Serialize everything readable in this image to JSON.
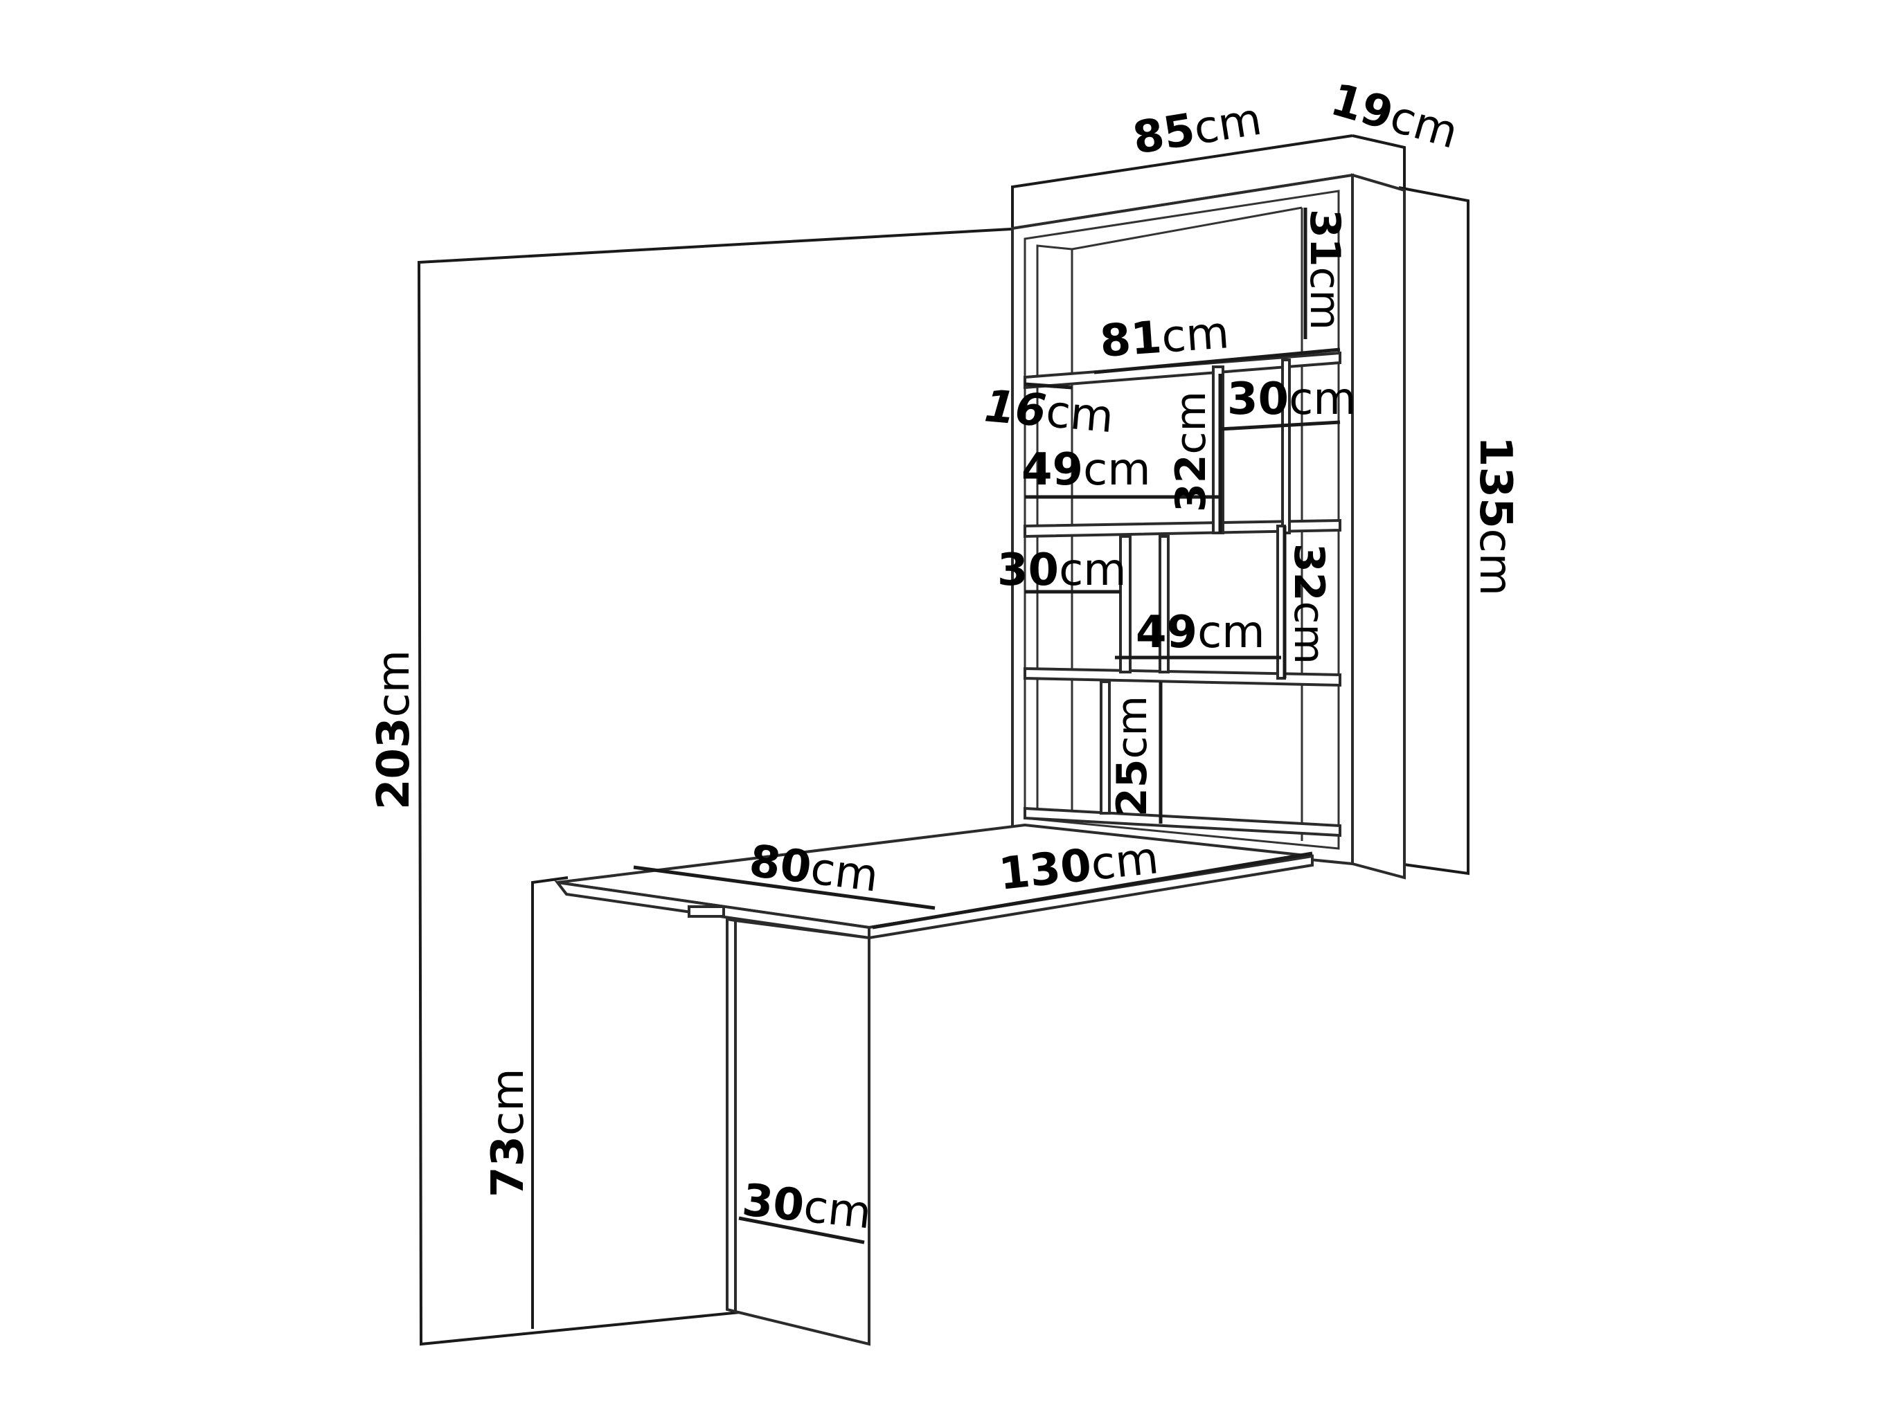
{
  "diagram": {
    "dimensions": {
      "width_top": {
        "value": "85",
        "unit": "cm"
      },
      "depth_top": {
        "value": "19",
        "unit": "cm"
      },
      "shelf_top_height": {
        "value": "31",
        "unit": "cm"
      },
      "shelf_width": {
        "value": "81",
        "unit": "cm"
      },
      "shelf_offset": {
        "value": "16",
        "unit": "cm"
      },
      "compartment_width_right": {
        "value": "30",
        "unit": "cm"
      },
      "compartment_height_left": {
        "value": "32",
        "unit": "cm"
      },
      "compartment_width_left": {
        "value": "49",
        "unit": "cm"
      },
      "compartment_width_mid_left": {
        "value": "30",
        "unit": "cm"
      },
      "compartment_height_right": {
        "value": "32",
        "unit": "cm"
      },
      "compartment_width_mid": {
        "value": "49",
        "unit": "cm"
      },
      "bottom_shelf_height": {
        "value": "25",
        "unit": "cm"
      },
      "unit_height": {
        "value": "135",
        "unit": "cm"
      },
      "total_height": {
        "value": "203",
        "unit": "cm"
      },
      "desk_depth": {
        "value": "80",
        "unit": "cm"
      },
      "desk_width": {
        "value": "130",
        "unit": "cm"
      },
      "desk_height": {
        "value": "73",
        "unit": "cm"
      },
      "leg_width": {
        "value": "30",
        "unit": "cm"
      }
    }
  }
}
